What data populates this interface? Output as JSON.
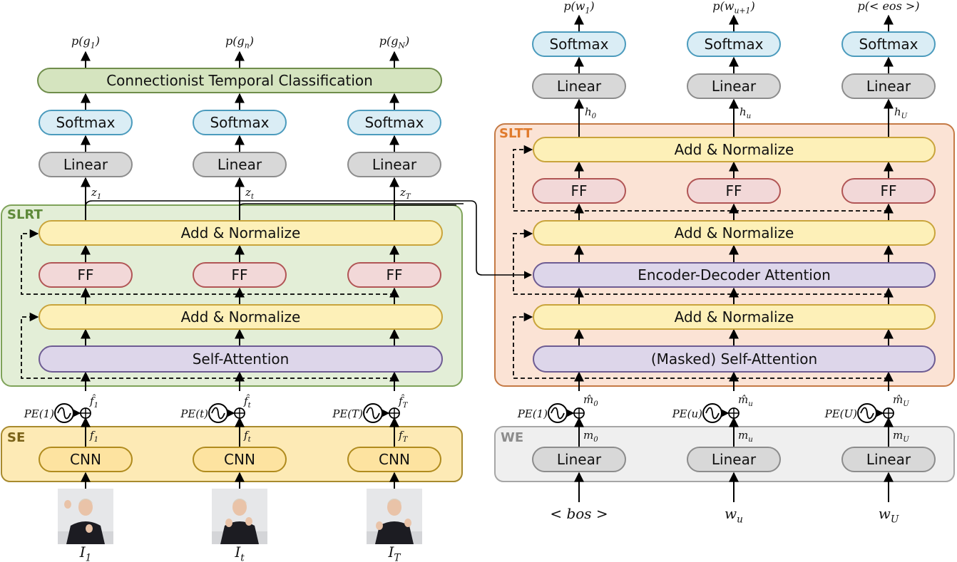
{
  "slrt": {
    "output_probs": [
      "p(g_1)",
      "p(g_n)",
      "p(g_N)"
    ],
    "ctc_label": "Connectionist Temporal Classification",
    "softmax_label": "Softmax",
    "linear_label": "Linear",
    "z_labels": [
      "z_1",
      "z_t",
      "z_T"
    ],
    "section_label": "SLRT",
    "add_norm_label": "Add & Normalize",
    "ff_label": "FF",
    "self_attention_label": "Self-Attention",
    "f_hat_labels": [
      "f̂_1",
      "f̂_t",
      "f̂_T"
    ],
    "pe_labels": [
      "PE(1)",
      "PE(t)",
      "PE(T)"
    ],
    "f_labels": [
      "f_1",
      "f_t",
      "f_T"
    ],
    "se_label": "SE",
    "cnn_label": "CNN",
    "frame_labels": [
      "I_1",
      "I_t",
      "I_T"
    ]
  },
  "sltt": {
    "output_probs": [
      "p(w_1)",
      "p(w_u+1)",
      "p(< eos >)"
    ],
    "softmax_label": "Softmax",
    "linear_label": "Linear",
    "h_labels": [
      "h_0",
      "h_u",
      "h_U"
    ],
    "section_label": "SLTT",
    "add_norm_label": "Add & Normalize",
    "ff_label": "FF",
    "enc_dec_attention_label": "Encoder-Decoder Attention",
    "masked_self_attention_label": "(Masked) Self-Attention",
    "m_hat_labels": [
      "m̂_0",
      "m̂_u",
      "m̂_U"
    ],
    "pe_labels": [
      "PE(1)",
      "PE(u)",
      "PE(U)"
    ],
    "m_labels": [
      "m_0",
      "m_u",
      "m_U"
    ],
    "we_label": "WE",
    "inputs": [
      "< bos >",
      "w_u",
      "w_U"
    ]
  },
  "colors": {
    "slrt_bg": "#e3eed7",
    "slrt_border": "#7fa35a",
    "sltt_bg": "#fbe3d5",
    "sltt_border": "#c57a45",
    "se_bg": "#fdeab5",
    "se_border": "#a88a2e",
    "we_bg": "#efefef",
    "we_border": "#a6a6a6",
    "ctc_bg": "#d5e4bf",
    "ctc_border": "#6f8d4b",
    "softmax_bg": "#daedf5",
    "softmax_border": "#4b9bbd",
    "linear_bg": "#d8d8d8",
    "linear_border": "#8c8c8c",
    "addnorm_bg": "#fdf0b8",
    "addnorm_border": "#c9a43b",
    "ff_bg": "#f2d8d8",
    "ff_border": "#b15555",
    "attn_bg": "#ddd6ea",
    "attn_border": "#6e5c93",
    "cnn_bg": "#fde3a0",
    "cnn_border": "#b08b1e",
    "slrt_title": "#5e8a3a",
    "sltt_title": "#e07b2d",
    "se_title": "#7a6218",
    "we_title": "#8c8c8c"
  }
}
